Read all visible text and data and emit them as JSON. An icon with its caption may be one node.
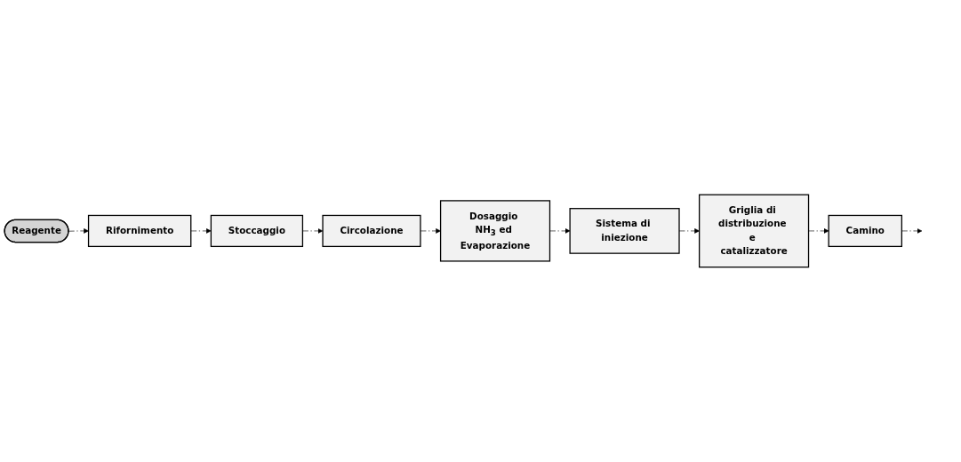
{
  "diagram": {
    "nodes": [
      {
        "text": [
          "Reagente"
        ]
      },
      {
        "text": [
          "Rifornimento"
        ]
      },
      {
        "text": [
          "Stoccaggio"
        ]
      },
      {
        "text": [
          "Circolazione"
        ]
      },
      {
        "text": [
          "Dosaggio NH$_{3}$ ed Evaporazione"
        ]
      },
      {
        "text": [
          "Sistema di iniezione"
        ]
      },
      {
        "text": [
          "Griglia di distribuzione e catalizzatore"
        ]
      },
      {
        "text": [
          "Camino"
        ]
      }
    ],
    "edges": [
      {
        "from": 0,
        "to": 1,
        "arrow": "to",
        "style": "dashed"
      },
      {
        "from": 1,
        "to": 2,
        "arrow": "to",
        "style": "dashed"
      },
      {
        "from": 2,
        "to": 3,
        "arrow": "to",
        "style": "dashed"
      },
      {
        "from": 3,
        "to": 4,
        "arrow": "to",
        "style": "dashed"
      },
      {
        "from": 4,
        "to": 5,
        "arrow": "to",
        "style": "dashed"
      },
      {
        "from": 5,
        "to": 6,
        "arrow": "to",
        "style": "dashed"
      },
      {
        "from": 6,
        "to": 7,
        "arrow": "to",
        "style": "dashed"
      },
      {
        "from": 7,
        "to": null,
        "arrow": "to",
        "style": "dashed"
      }
    ]
  }
}
